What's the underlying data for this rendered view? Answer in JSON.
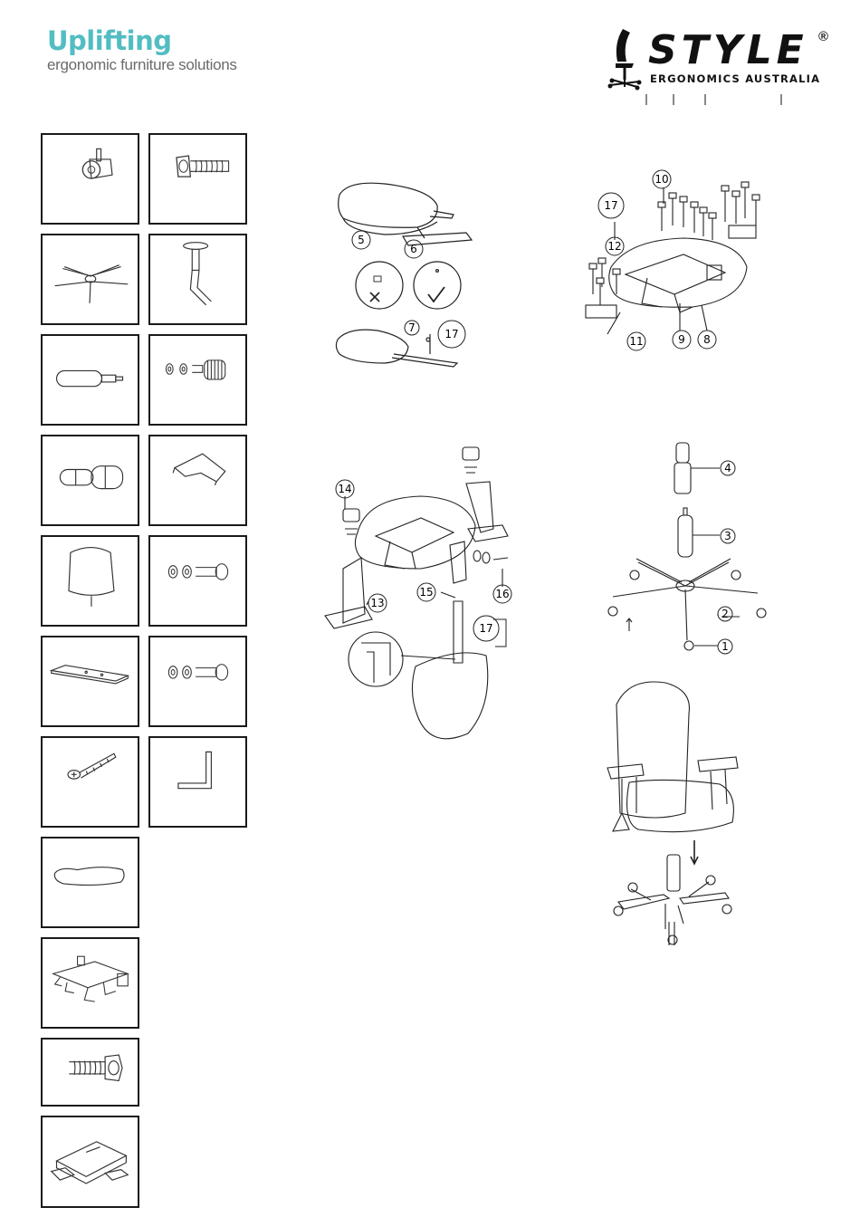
{
  "header": {
    "brand_name": "Uplifting",
    "brand_tagline": "ergonomic furniture solutions",
    "logo_word": "STYLE",
    "logo_registered": "®",
    "logo_subtitle": "ERGONOMICS AUSTRALIA"
  },
  "colors": {
    "brand_teal": "#52bdc2",
    "line": "#1a1a1a"
  },
  "parts": [
    {
      "icon": "castor-icon"
    },
    {
      "icon": "hex-bolt-icon"
    },
    {
      "icon": "five-star-base-icon"
    },
    {
      "icon": "armrest-icon"
    },
    {
      "icon": "gas-lift-icon"
    },
    {
      "icon": "knob-washer-set-icon"
    },
    {
      "icon": "gas-lift-cover-icon"
    },
    {
      "icon": "back-bracket-cover-icon"
    },
    {
      "icon": "backrest-icon"
    },
    {
      "icon": "washer-bolt-set-icon"
    },
    {
      "icon": "plate-icon"
    },
    {
      "icon": "washer-bolt-set-icon"
    },
    {
      "icon": "wood-screw-icon"
    },
    {
      "icon": "allen-key-icon"
    },
    {
      "icon": "seat-cushion-icon"
    },
    {
      "icon": "mechanism-icon"
    },
    {
      "icon": "hex-bolt-icon"
    },
    {
      "icon": "arm-bracket-icon"
    }
  ],
  "callouts": {
    "step1": [
      "5",
      "6",
      "7",
      "17"
    ],
    "step2": [
      "10",
      "17",
      "12",
      "11",
      "9",
      "8"
    ],
    "step3": [
      "14",
      "13",
      "15",
      "16",
      "17"
    ],
    "step4": [
      "4",
      "3",
      "2",
      "1"
    ]
  }
}
